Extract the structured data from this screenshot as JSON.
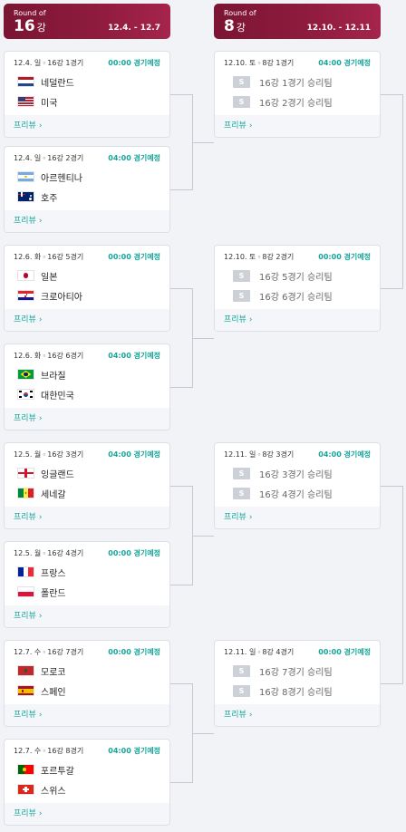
{
  "headers": [
    {
      "round_of": "Round of",
      "num": "16",
      "unit": "강",
      "dates": "12.4. - 12.7"
    },
    {
      "round_of": "Round of",
      "num": "8",
      "unit": "강",
      "dates": "12.10. - 12.11"
    }
  ],
  "preview_label": "프리뷰",
  "chevron": "›",
  "r16": [
    {
      "date": "12.4. 일",
      "stage": "16강 1경기",
      "time": "00:00 경기예정",
      "teams": [
        {
          "name": "네덜란드",
          "flag": "netherlands-flag"
        },
        {
          "name": "미국",
          "flag": "usa-flag"
        }
      ]
    },
    {
      "date": "12.4. 일",
      "stage": "16강 2경기",
      "time": "04:00 경기예정",
      "teams": [
        {
          "name": "아르헨티나",
          "flag": "argentina-flag"
        },
        {
          "name": "호주",
          "flag": "australia-flag"
        }
      ]
    },
    {
      "date": "12.6. 화",
      "stage": "16강 5경기",
      "time": "00:00 경기예정",
      "teams": [
        {
          "name": "일본",
          "flag": "japan-flag"
        },
        {
          "name": "크로아티아",
          "flag": "croatia-flag"
        }
      ]
    },
    {
      "date": "12.6. 화",
      "stage": "16강 6경기",
      "time": "04:00 경기예정",
      "teams": [
        {
          "name": "브라질",
          "flag": "brazil-flag"
        },
        {
          "name": "대한민국",
          "flag": "korea-flag"
        }
      ]
    },
    {
      "date": "12.5. 월",
      "stage": "16강 3경기",
      "time": "04:00 경기예정",
      "teams": [
        {
          "name": "잉글랜드",
          "flag": "england-flag"
        },
        {
          "name": "세네갈",
          "flag": "senegal-flag"
        }
      ]
    },
    {
      "date": "12.5. 월",
      "stage": "16강 4경기",
      "time": "00:00 경기예정",
      "teams": [
        {
          "name": "프랑스",
          "flag": "france-flag"
        },
        {
          "name": "폴란드",
          "flag": "poland-flag"
        }
      ]
    },
    {
      "date": "12.7. 수",
      "stage": "16강 7경기",
      "time": "00:00 경기예정",
      "teams": [
        {
          "name": "모로코",
          "flag": "morocco-flag"
        },
        {
          "name": "스페인",
          "flag": "spain-flag"
        }
      ]
    },
    {
      "date": "12.7. 수",
      "stage": "16강 8경기",
      "time": "04:00 경기예정",
      "teams": [
        {
          "name": "포르투갈",
          "flag": "portugal-flag"
        },
        {
          "name": "스위스",
          "flag": "switzerland-flag"
        }
      ]
    }
  ],
  "qf": [
    {
      "date": "12.10. 토",
      "stage": "8강 1경기",
      "time": "04:00 경기예정",
      "badge": "S",
      "teams": [
        {
          "name": "16강 1경기 승리팀"
        },
        {
          "name": "16강 2경기 승리팀"
        }
      ]
    },
    {
      "date": "12.10. 토",
      "stage": "8강 2경기",
      "time": "00:00 경기예정",
      "badge": "S",
      "teams": [
        {
          "name": "16강 5경기 승리팀"
        },
        {
          "name": "16강 6경기 승리팀"
        }
      ]
    },
    {
      "date": "12.11. 일",
      "stage": "8강 3경기",
      "time": "04:00 경기예정",
      "badge": "S",
      "teams": [
        {
          "name": "16강 3경기 승리팀"
        },
        {
          "name": "16강 4경기 승리팀"
        }
      ]
    },
    {
      "date": "12.11. 일",
      "stage": "8강 4경기",
      "time": "00:00 경기예정",
      "badge": "S",
      "teams": [
        {
          "name": "16강 7경기 승리팀"
        },
        {
          "name": "16강 8경기 승리팀"
        }
      ]
    }
  ],
  "colors": {
    "accent": "#16a59a",
    "header": "#8e1b3e"
  }
}
